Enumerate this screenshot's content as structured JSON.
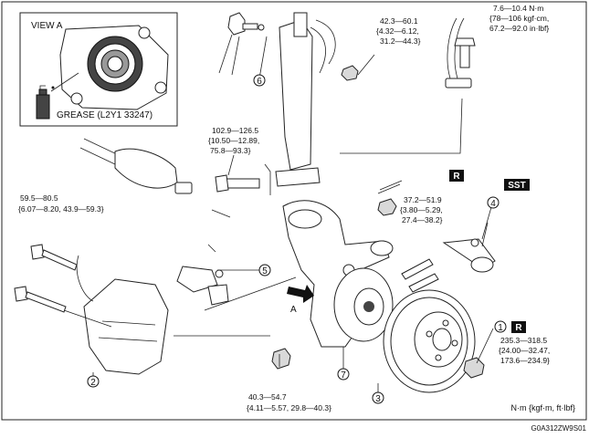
{
  "view_a": {
    "title": "VIEW A",
    "grease_label": "GREASE (L2Y1 33247)"
  },
  "torques": {
    "strut_nut": {
      "l1": "42.3—60.1",
      "l2": "{4.32—6.12,",
      "l3": "31.2—44.3}"
    },
    "hose_bolt": {
      "l1": "7.6—10.4 N·m",
      "l2": "{78—106 kgf·cm,",
      "l3": "67.2—92.0 in·lbf}"
    },
    "knuckle_bolt": {
      "l1": "102.9—126.5",
      "l2": "{10.50—12.89,",
      "l3": "75.8—93.3}"
    },
    "caliper_bolts": {
      "l1": "59.5—80.5",
      "l2": "{6.07—8.20, 43.9—59.3}"
    },
    "tie_rod_nut": {
      "l1": "37.2—51.9",
      "l2": "{3.80—5.29,",
      "l3": "27.4—38.2}"
    },
    "hub_nut": {
      "l1": "235.3—318.5",
      "l2": "{24.00—32.47,",
      "l3": "173.6—234.9}"
    },
    "lower_arm_nut": {
      "l1": "40.3—54.7",
      "l2": "{4.11—5.57, 29.8—40.3}"
    }
  },
  "callouts": [
    "1",
    "2",
    "3",
    "4",
    "5",
    "6",
    "7"
  ],
  "tags": {
    "replace": "R",
    "sst": "SST"
  },
  "view_marker": "A",
  "units_note": "N·m {kgf·m, ft·lbf}",
  "figure_code": "G0A312ZW9S01"
}
